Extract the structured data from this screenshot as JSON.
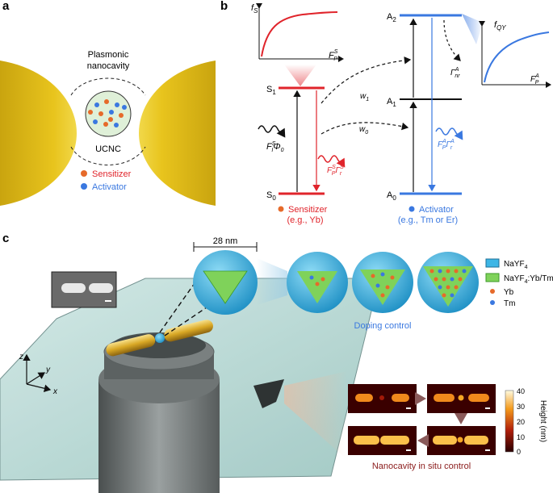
{
  "panels": {
    "a": "a",
    "b": "b",
    "c": "c"
  },
  "panel_a": {
    "title_line1": "Plasmonic",
    "title_line2": "nanocavity",
    "particle_label": "UCNC",
    "legend_sensitizer": "Sensitizer",
    "legend_activator": "Activator"
  },
  "panel_b": {
    "fs_label": "f",
    "fs_sub": "S",
    "fp_s_label": "F",
    "fp_s_sup": "S",
    "fp_s_sub": "P",
    "s1": "S",
    "s1_sub": "1",
    "s0": "S",
    "s0_sub": "0",
    "excitation": "F",
    "excitation_sup": "S",
    "excitation_sub": "I",
    "excitation_phi": "Φ",
    "excitation_phi_sub": "0",
    "w1": "w",
    "w1_sub": "1",
    "w0": "w",
    "w0_sub": "0",
    "sens_emission": "F",
    "sens_emission_sup": "S",
    "sens_emission_sub": "P",
    "sens_gamma": "Γ",
    "sens_gamma_sup": "S",
    "sens_gamma_sub": "r",
    "a2": "A",
    "a2_sub": "2",
    "a1": "A",
    "a1_sub": "1",
    "a0": "A",
    "a0_sub": "0",
    "nonrad": "Γ",
    "nonrad_sup": "A",
    "nonrad_sub": "nr",
    "fqy_label": "f",
    "fqy_sub": "QY",
    "fp_a_label": "F",
    "fp_a_sup": "A",
    "fp_a_sub": "P",
    "act_emission": "F",
    "act_emission_sup": "A",
    "act_emission_sub": "P",
    "act_gamma": "Γ",
    "act_gamma_sup": "A",
    "act_gamma_sub": "r",
    "sensitizer_label": "Sensitizer",
    "sensitizer_example": "(e.g., Yb)",
    "activator_label": "Activator",
    "activator_example": "(e.g., Tm or Er)"
  },
  "panel_c": {
    "size_label": "28 nm",
    "legend_naf": "NaYF",
    "legend_naf_sub": "4",
    "legend_doped": "NaYF",
    "legend_doped_sub": "4",
    "legend_doped_suffix": ":Yb/Tm",
    "legend_yb": "Yb",
    "legend_tm": "Tm",
    "doping_control": "Doping control",
    "axis_z": "z",
    "axis_y": "y",
    "axis_x": "x",
    "colorbar_title": "Height (nm)",
    "colorbar_ticks": [
      "40",
      "30",
      "20",
      "10",
      "0"
    ],
    "insitu_label": "Nanocavity in situ control"
  },
  "colors": {
    "sensitizer": "#e0242b",
    "activator": "#3a78e0",
    "gold": "#e6c21d",
    "shell_blue": "#3db6e6",
    "core_green": "#7fd25a"
  }
}
